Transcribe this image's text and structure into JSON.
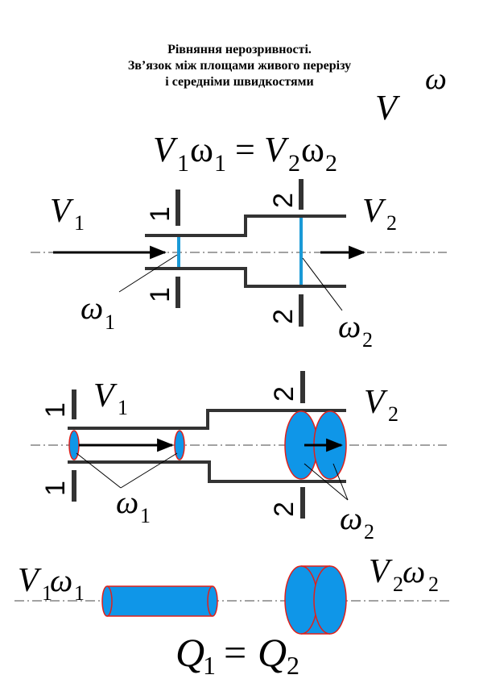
{
  "title": {
    "line1": "Рівняння нерозривності.",
    "line2": "Зв’язок між площами живого перерізу",
    "line3": "і середніми швидкостями"
  },
  "symbols": {
    "omega": "ω",
    "V": "V",
    "sub1": "1",
    "sub2": "2",
    "equals": "=",
    "Q": "Q"
  },
  "section_labels": {
    "s1": "1",
    "s2": "2"
  },
  "colors": {
    "pipe": "#333333",
    "section_line": "#1a9ad7",
    "fill_blue": "#0f96e8",
    "outline_red": "#e0201a",
    "axis": "#444444"
  }
}
